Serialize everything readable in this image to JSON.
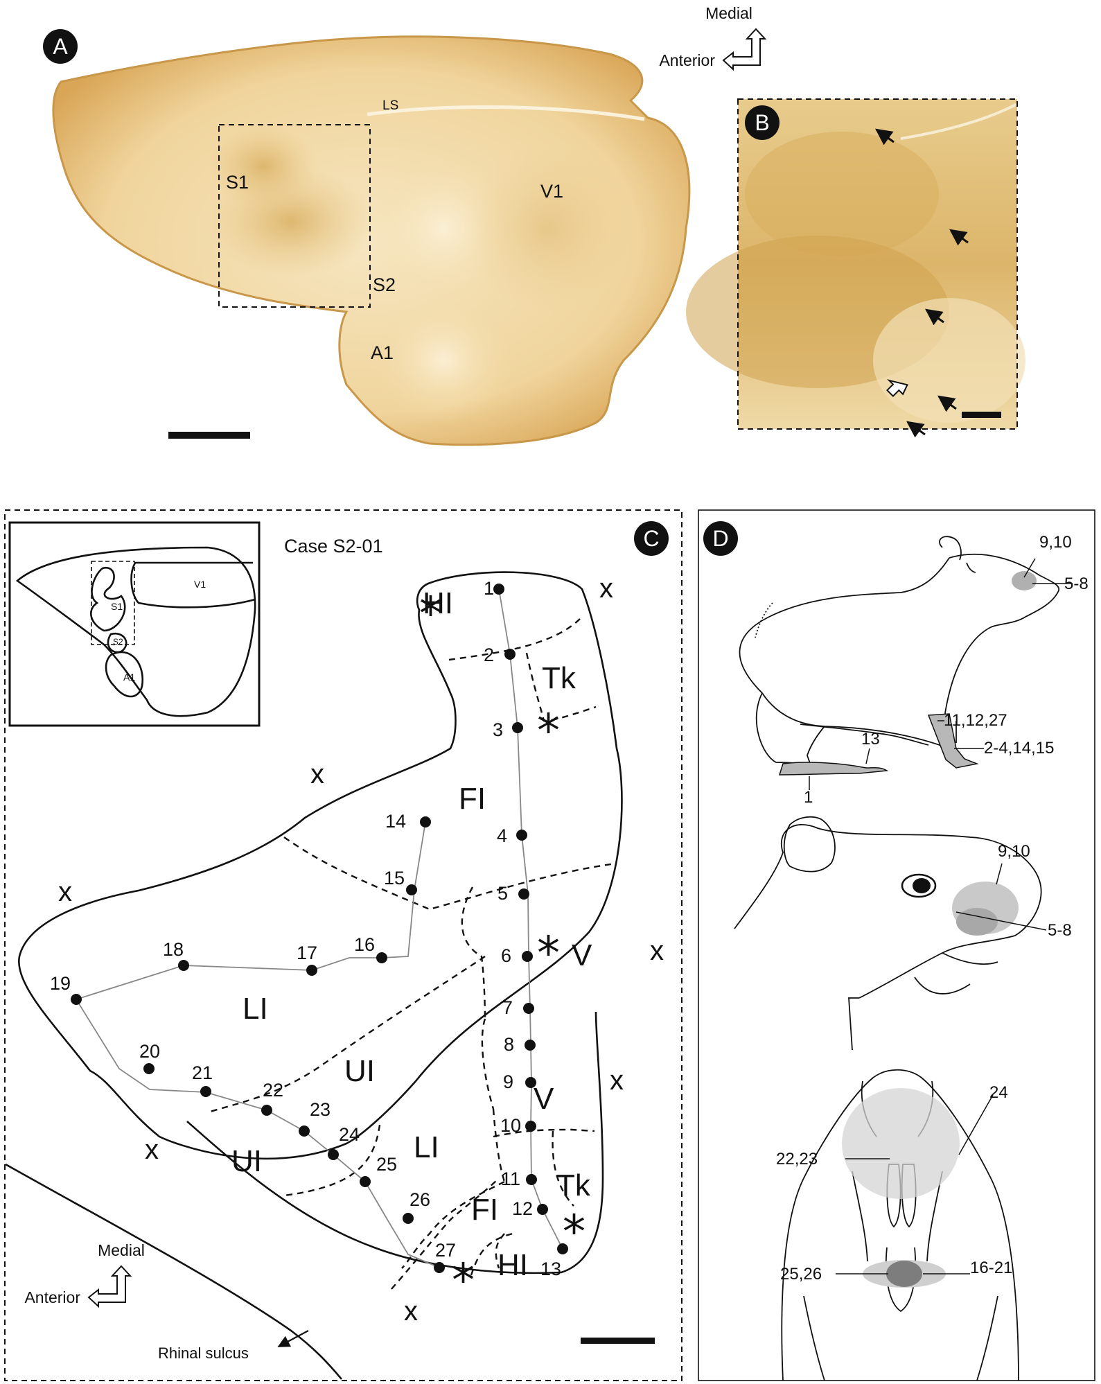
{
  "panels": {
    "a": {
      "letter": "A",
      "labels": {
        "ls": "LS",
        "s1": "S1",
        "s2": "S2",
        "v1": "V1",
        "a1": "A1"
      },
      "orientation": {
        "medial": "Medial",
        "anterior": "Anterior"
      }
    },
    "b": {
      "letter": "B"
    },
    "c": {
      "letter": "C",
      "case": "Case S2-01",
      "inset": {
        "v1": "V1",
        "s1": "S1",
        "s2": "S2",
        "a1": "A1"
      },
      "regions": {
        "hl_top": "HI",
        "tk_top": "Tk",
        "fl_top": "FI",
        "v_top": "V",
        "li_left": "LI",
        "ul_mid": "UI",
        "v_low": "V",
        "ul_low": "UI",
        "li_low": "LI",
        "fl_low": "FI",
        "tk_low": "Tk",
        "hl_low": "HI"
      },
      "x_mark": "x",
      "star": "*",
      "dots": [
        "1",
        "2",
        "3",
        "4",
        "5",
        "6",
        "7",
        "8",
        "9",
        "10",
        "11",
        "12",
        "13",
        "14",
        "15",
        "16",
        "17",
        "18",
        "19",
        "20",
        "21",
        "22",
        "23",
        "24",
        "25",
        "26",
        "27"
      ],
      "orientation": {
        "medial": "Medial",
        "anterior": "Anterior"
      },
      "rhinal": "Rhinal sulcus"
    },
    "d": {
      "letter": "D",
      "body_labels": {
        "snout_a": "9,10",
        "snout_b": "5-8",
        "forearm": "11,12,27",
        "forepaw": "2-4,14,15",
        "hindpaw": "13",
        "hindfoot": "1"
      },
      "head_labels": {
        "a": "9,10",
        "b": "5-8"
      },
      "mouth_labels": {
        "top": "24",
        "teeth": "22,23",
        "tongue_l": "25,26",
        "tongue_r": "16-21"
      }
    }
  },
  "colors": {
    "tissue": "#f3dca8",
    "tissue_edge": "#c49245",
    "tissue_patch": "#d9b063",
    "tissue_light": "#f6e7c3",
    "shade_dark": "#8a8a8a",
    "shade_light": "#cfcfcf"
  }
}
